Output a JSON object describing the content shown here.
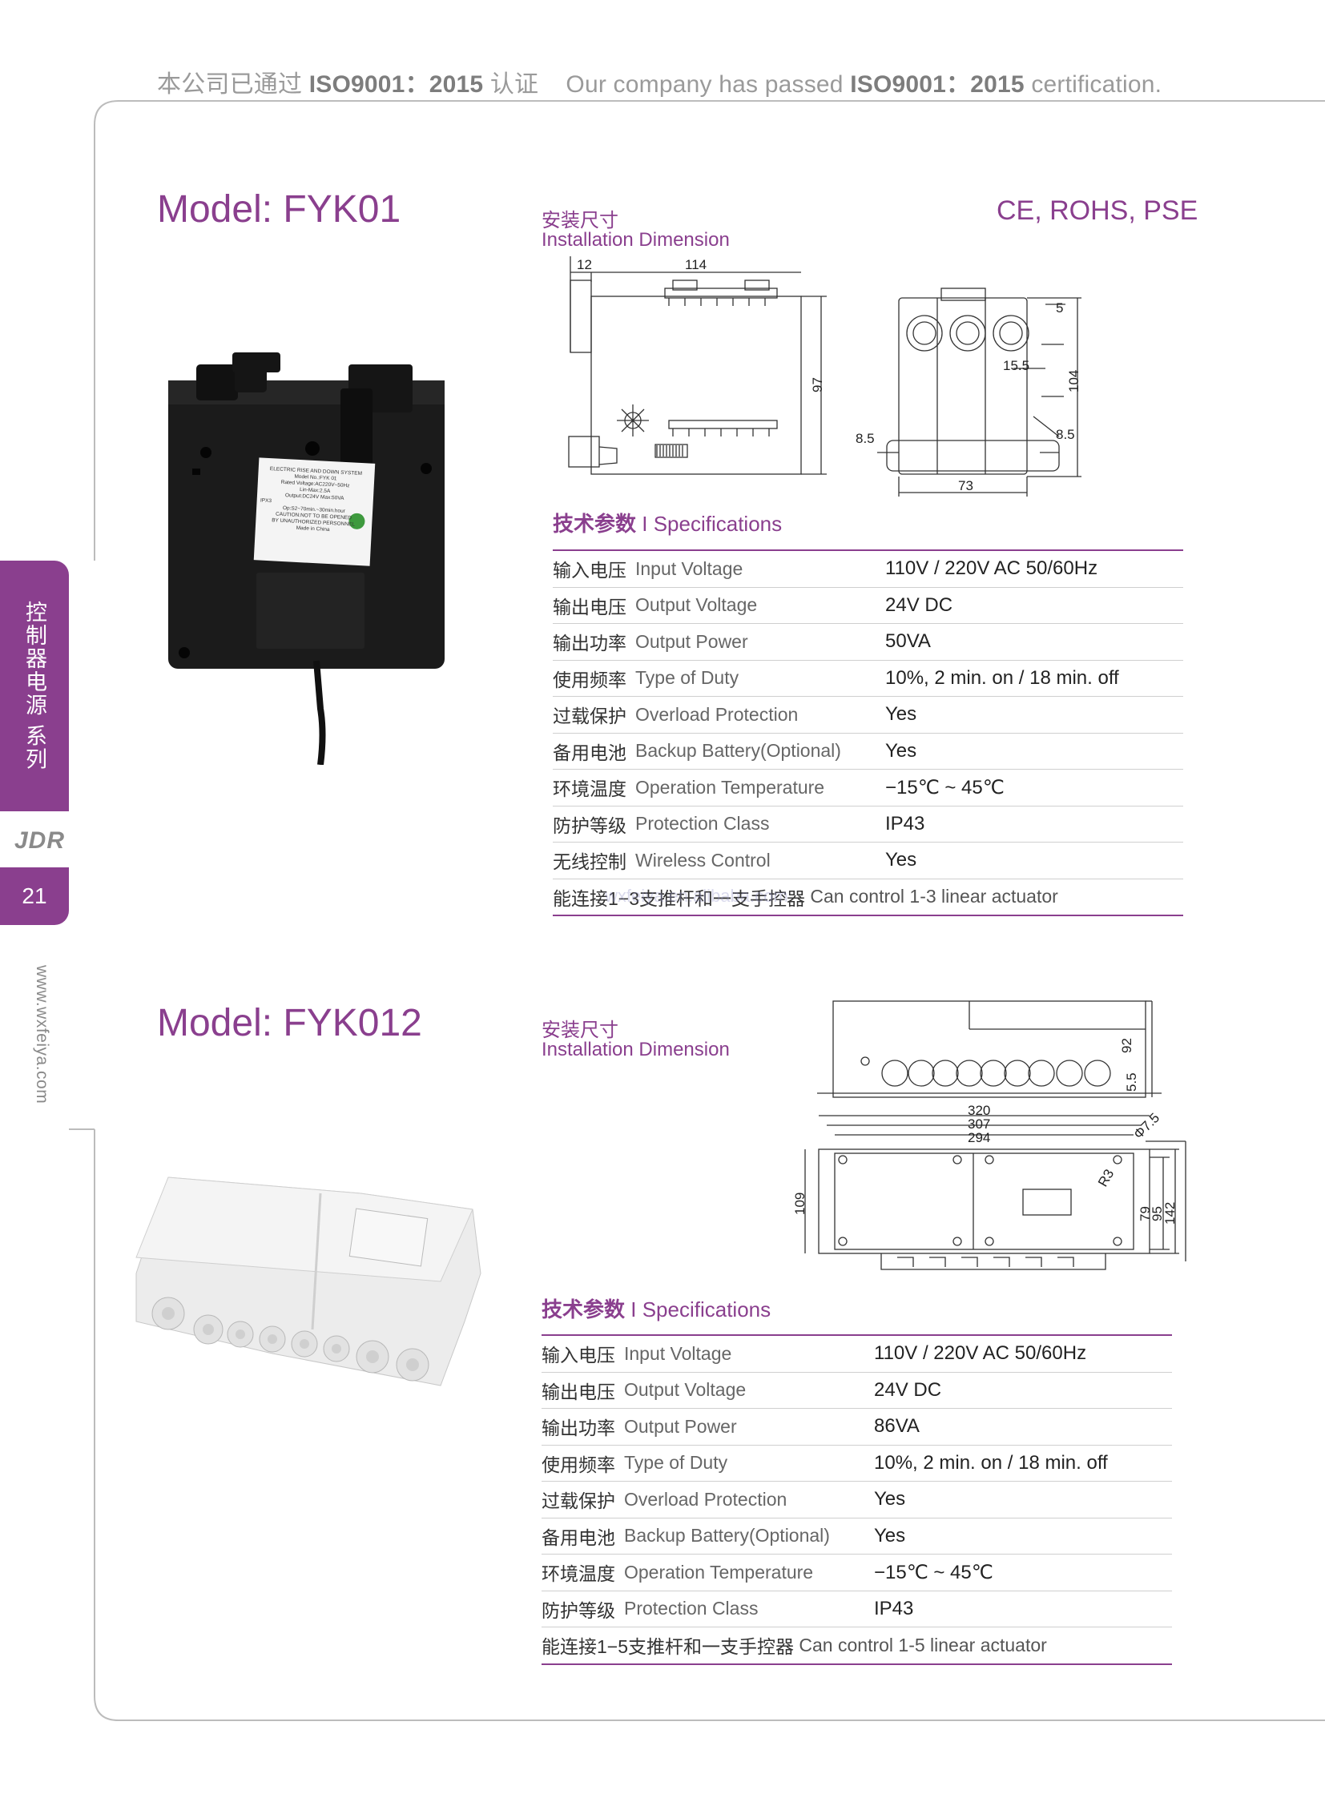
{
  "header": {
    "cert_cn_prefix": "本公司已通过",
    "cert_iso": "ISO9001：2015",
    "cert_cn_suffix": "认证",
    "cert_en_prefix": "Our company has passed",
    "cert_en_iso": "ISO9001：2015",
    "cert_en_suffix": "certification."
  },
  "sidebar": {
    "category_cn": "控制器电源",
    "series_cn": "系列",
    "brand": "JDR",
    "page_number": "21",
    "website": "www.wxfeiya.com"
  },
  "product1": {
    "model_label": "Model:",
    "model_name": "FYK01",
    "certs": "CE, ROHS, PSE",
    "dimension_cn": "安装尺寸",
    "dimension_en": "Installation Dimension",
    "dims": {
      "d12": "12",
      "d114": "114",
      "d97": "97",
      "d5": "5",
      "d15_5": "15.5",
      "d104": "104",
      "d8_5a": "8.5",
      "d8_5b": "8.5",
      "d73": "73"
    },
    "label_text": [
      "ELECTRIC RISE AND DOWN SYSTEM",
      "Model No.:FYK 01",
      "Rated Voltage:AC220V~50Hz",
      "Lin-Max:2.5A",
      "Output:DC24V Max:50VA",
      "IPX3",
      "Op:S2~70min.~30min.hour",
      "CAUTION:NOT TO BE OPENED",
      "BY UNAUTHORIZED PERSONNEL",
      "Made in China"
    ],
    "spec_title_cn": "技术参数",
    "spec_title_en": "Specifications",
    "specs": [
      {
        "cn": "输入电压",
        "en": "Input Voltage",
        "value": "110V / 220V AC  50/60Hz"
      },
      {
        "cn": "输出电压",
        "en": "Output Voltage",
        "value": "24V DC"
      },
      {
        "cn": "输出功率",
        "en": "Output Power",
        "value": "50VA"
      },
      {
        "cn": "使用频率",
        "en": "Type of Duty",
        "value": "10%, 2 min. on / 18 min. off"
      },
      {
        "cn": "过载保护",
        "en": "Overload Protection",
        "value": "Yes"
      },
      {
        "cn": "备用电池",
        "en": "Backup Battery(Optional)",
        "value": "Yes"
      },
      {
        "cn": "环境温度",
        "en": "Operation Temperature",
        "value": "−15℃ ~ 45℃"
      },
      {
        "cn": "防护等级",
        "en": "Protection Class",
        "value": "IP43"
      },
      {
        "cn": "无线控制",
        "en": "Wireless Control",
        "value": "Yes"
      }
    ],
    "note_cn": "能连接1−3支推杆和一支手控器",
    "note_en": "Can control 1-3 linear actuator",
    "watermark": "wxfeiya.en.alibaba.com"
  },
  "product2": {
    "model_label": "Model:",
    "model_name": "FYK012",
    "dimension_cn": "安装尺寸",
    "dimension_en": "Installation Dimension",
    "dims": {
      "d92": "92",
      "d5_5": "5.5",
      "d320": "320",
      "d307": "307",
      "d294": "294",
      "d7_5": "Φ7.5",
      "dR3": "R3",
      "d109": "109",
      "d79": "79",
      "d95": "95",
      "d142": "142"
    },
    "spec_title_cn": "技术参数",
    "spec_title_en": "Specifications",
    "specs": [
      {
        "cn": "输入电压",
        "en": "Input Voltage",
        "value": "110V / 220V AC  50/60Hz"
      },
      {
        "cn": "输出电压",
        "en": "Output Voltage",
        "value": "24V DC"
      },
      {
        "cn": "输出功率",
        "en": "Output Power",
        "value": "86VA"
      },
      {
        "cn": "使用频率",
        "en": "Type of Duty",
        "value": "10%, 2 min. on / 18 min. off"
      },
      {
        "cn": "过载保护",
        "en": "Overload Protection",
        "value": "Yes"
      },
      {
        "cn": "备用电池",
        "en": "Backup Battery(Optional)",
        "value": "Yes"
      },
      {
        "cn": "环境温度",
        "en": "Operation Temperature",
        "value": "−15℃ ~ 45℃"
      },
      {
        "cn": "防护等级",
        "en": "Protection Class",
        "value": "IP43"
      }
    ],
    "note_cn": "能连接1−5支推杆和一支手控器",
    "note_en": "Can control 1-5 linear actuator"
  },
  "colors": {
    "accent": "#8a3f8e",
    "rule": "#cfcfcf",
    "muted": "#9a9a9a"
  }
}
